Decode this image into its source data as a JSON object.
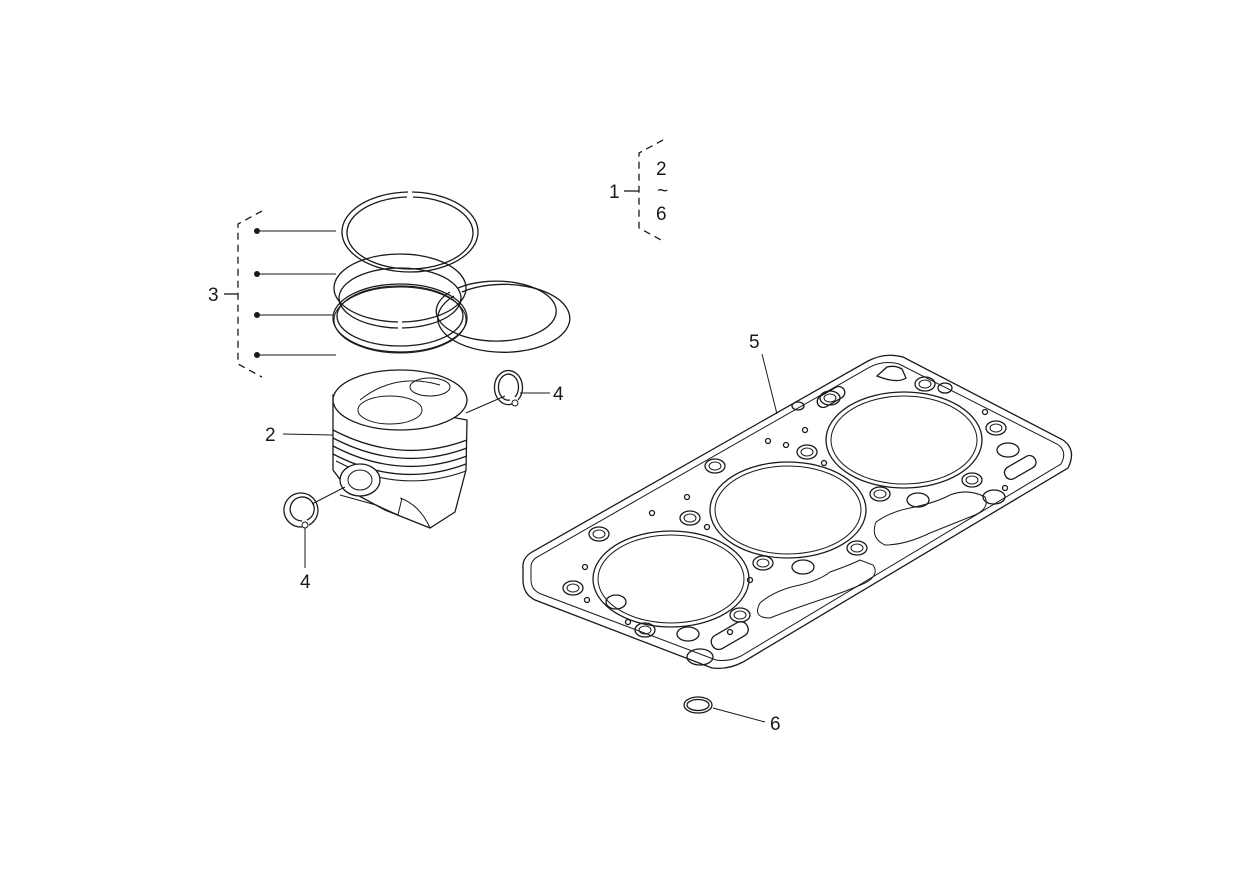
{
  "callouts": {
    "kit": "1",
    "kit_range_start": "2",
    "kit_range_sep": "~",
    "kit_range_end": "6",
    "piston": "2",
    "piston_rings": "3",
    "snap_ring_right": "4",
    "snap_ring_bottom": "4",
    "head_gasket": "5",
    "o_ring": "6"
  }
}
